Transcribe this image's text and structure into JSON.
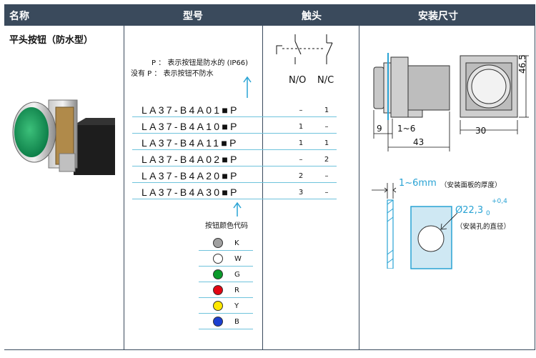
{
  "headers": {
    "name": "名称",
    "model": "型号",
    "contact": "触头",
    "dims": "安装尺寸"
  },
  "product_name": "平头按钮（防水型）",
  "notes": {
    "p_line": "P ： 表示按钮是防水的 (IP66)",
    "no_p_line": "没有 P ： 表示按钮不防水"
  },
  "contact_labels": {
    "no": "N/O",
    "nc": "N/C"
  },
  "rows": [
    {
      "model": "LA37-B4A01■P",
      "no": "–",
      "nc": "1"
    },
    {
      "model": "LA37-B4A10■P",
      "no": "1",
      "nc": "–"
    },
    {
      "model": "LA37-B4A11■P",
      "no": "1",
      "nc": "1"
    },
    {
      "model": "LA37-B4A02■P",
      "no": "–",
      "nc": "2"
    },
    {
      "model": "LA37-B4A20■P",
      "no": "2",
      "nc": "–"
    },
    {
      "model": "LA37-B4A30■P",
      "no": "3",
      "nc": "–"
    }
  ],
  "color_code_title": "按钮颜色代码",
  "colors": [
    {
      "code": "K",
      "hex": "#a0a0a0"
    },
    {
      "code": "W",
      "hex": "#ffffff"
    },
    {
      "code": "G",
      "hex": "#0a9a2a"
    },
    {
      "code": "R",
      "hex": "#e30613"
    },
    {
      "code": "Y",
      "hex": "#ffe800"
    },
    {
      "code": "B",
      "hex": "#1a3fd0"
    }
  ],
  "dimensions": {
    "d_9": "9",
    "d_1_6": "1~6",
    "d_43": "43",
    "d_30": "30",
    "d_46_5": "46,5",
    "panel_thickness": "1~6mm",
    "panel_thickness_note": "（安装面板的厚度）",
    "hole_dia": "Ø22,3",
    "hole_tol_low": "0",
    "hole_tol_high": "+0,4",
    "hole_note": "（安装孔的直径）"
  }
}
